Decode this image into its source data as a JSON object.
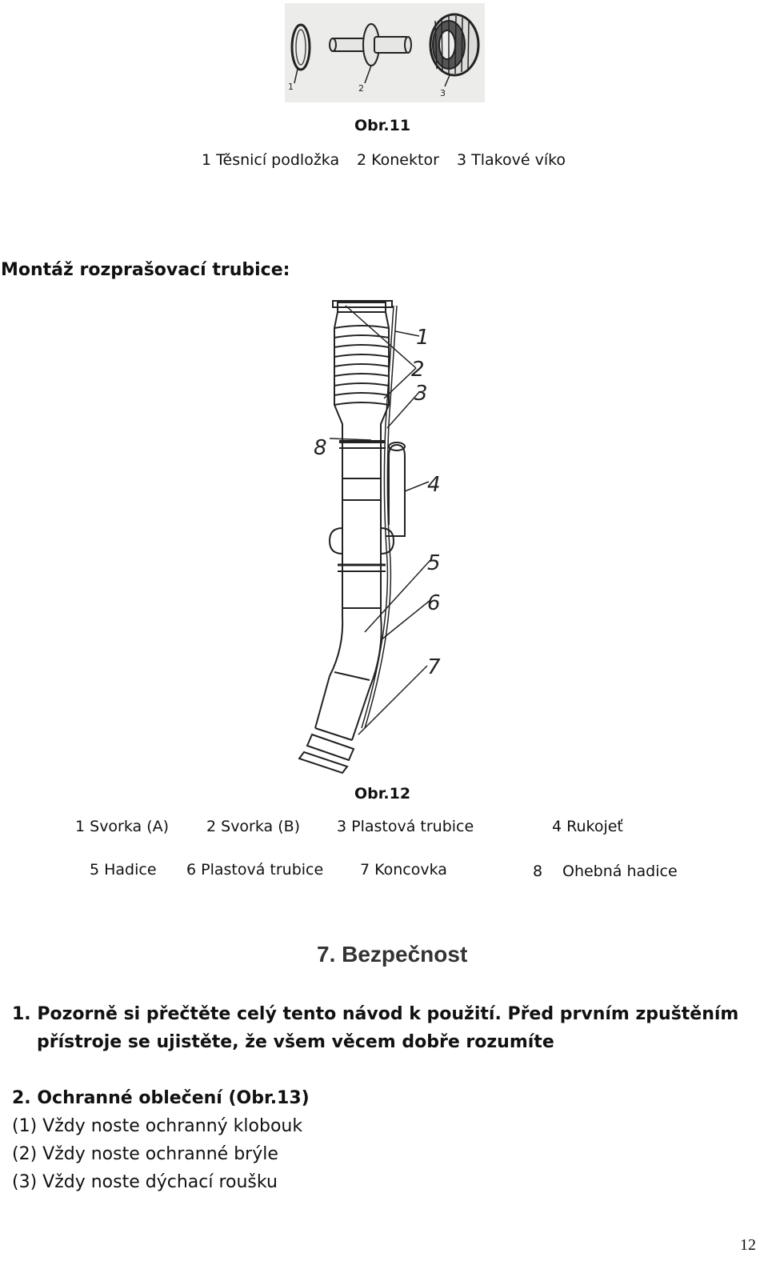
{
  "fig11": {
    "caption": "Obr.11",
    "part_numbers": [
      "1",
      "2",
      "3"
    ],
    "legend": [
      "1 Těsnicí podložka",
      "2 Konektor",
      "3 Tlakové víko"
    ]
  },
  "section_title": "Montáž rozprašovací trubice:",
  "fig12": {
    "caption": "Obr.12",
    "part_numbers": [
      "1",
      "2",
      "3",
      "4",
      "5",
      "6",
      "7",
      "8"
    ],
    "legend_row1": [
      "1 Svorka (A)",
      "2 Svorka (B)",
      "3 Plastová trubice",
      "4 Rukojeť"
    ],
    "legend_row2": [
      "5 Hadice",
      "6 Plastová trubice",
      "7 Koncovka",
      "8",
      "Ohebná hadice"
    ]
  },
  "safety": {
    "heading_num": "7.",
    "heading_text": "Bezpečnost",
    "item1_line1": "1. Pozorně si přečtěte celý tento návod k použití. Před prvním zpuštěním",
    "item1_line2": "přístroje se ujistěte, že všem věcem dobře rozumíte",
    "item2_heading": "2. Ochranné oblečení (Obr.13)",
    "item2_lines": [
      "(1) Vždy noste ochranný klobouk",
      "(2) Vždy noste ochranné brýle",
      "(3) Vždy noste dýchací roušku"
    ]
  },
  "page_number": "12"
}
